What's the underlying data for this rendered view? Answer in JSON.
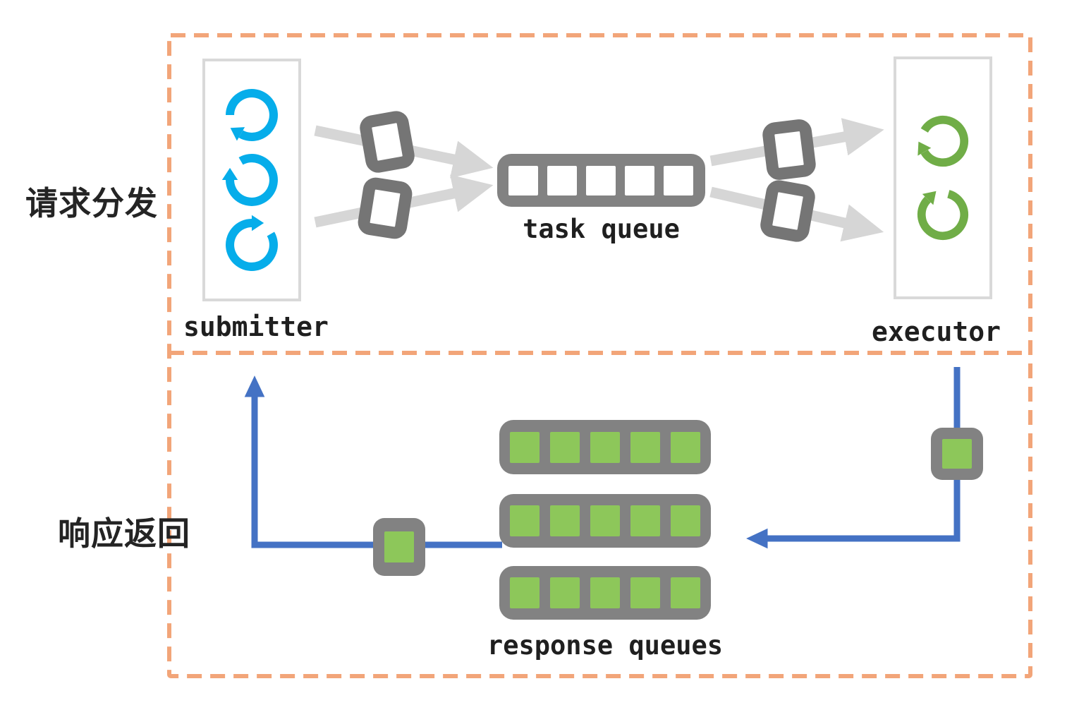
{
  "diagram": {
    "labels": {
      "request_dispatch": "请求分发",
      "response_return": "响应返回",
      "submitter": "submitter",
      "executor": "executor",
      "task_queue": "task queue",
      "response_queues": "response queues"
    },
    "counts": {
      "submitter_loops": 3,
      "executor_loops": 2,
      "task_queue_slots": 5,
      "response_queue_rows": 3,
      "response_queue_slots": 5,
      "request_messages": 4,
      "response_messages": 2
    },
    "colors": {
      "border_orange": "#F2A579",
      "loop_blue": "#06ADEA",
      "loop_green": "#70AD47",
      "queue_gray": "#828282",
      "message_gray": "#757575",
      "arrow_gray": "#D6D6D6",
      "arrow_blue": "#4472C4",
      "slot_green": "#8DC75A",
      "slot_white": "#FFFFFF"
    },
    "icons": {
      "refresh_loop": "circular-arrow",
      "message": "rounded-square-token",
      "queue": "slotted-bar"
    }
  }
}
